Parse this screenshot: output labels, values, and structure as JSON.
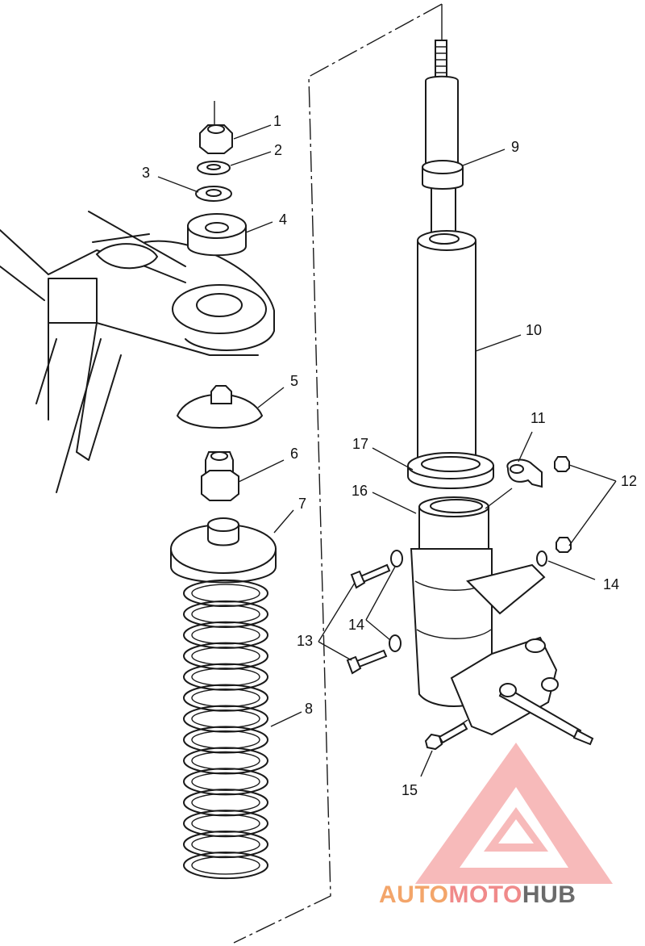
{
  "diagram": {
    "callouts": [
      {
        "id": "1",
        "label": "1"
      },
      {
        "id": "2",
        "label": "2"
      },
      {
        "id": "3",
        "label": "3"
      },
      {
        "id": "4",
        "label": "4"
      },
      {
        "id": "5",
        "label": "5"
      },
      {
        "id": "6",
        "label": "6"
      },
      {
        "id": "7",
        "label": "7"
      },
      {
        "id": "8",
        "label": "8"
      },
      {
        "id": "9",
        "label": "9"
      },
      {
        "id": "10",
        "label": "10"
      },
      {
        "id": "11",
        "label": "11"
      },
      {
        "id": "12",
        "label": "12"
      },
      {
        "id": "13",
        "label": "13"
      },
      {
        "id": "14",
        "label": "14"
      },
      {
        "id": "15",
        "label": "15"
      },
      {
        "id": "16",
        "label": "16"
      },
      {
        "id": "17",
        "label": "17"
      }
    ]
  },
  "watermark": {
    "part1": "AUTO",
    "part2": "MOTO",
    "part3": "HUB",
    "colors": {
      "logo": "#f28b8b",
      "auto": "#f3a56a",
      "moto": "#f08a8a",
      "hub": "#6b6b6b"
    }
  }
}
